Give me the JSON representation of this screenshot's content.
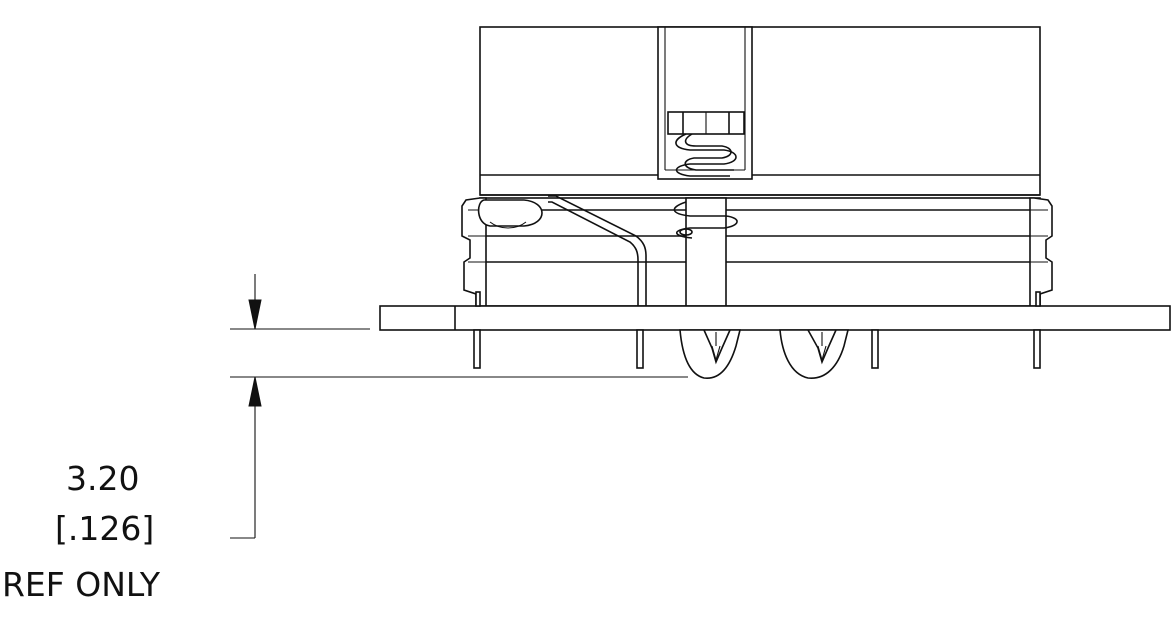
{
  "dimension": {
    "metric_value": "3.20",
    "inch_value": ".126",
    "bracket_open": "[",
    "bracket_close": "]",
    "note": "REF ONLY"
  }
}
